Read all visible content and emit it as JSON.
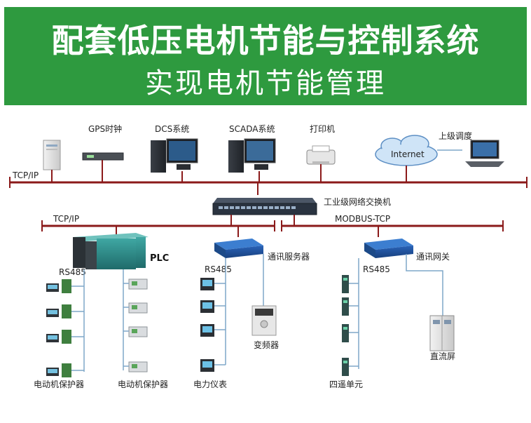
{
  "header": {
    "title": "配套低压电机节能与控制系统",
    "subtitle": "实现电机节能管理"
  },
  "top": {
    "gps_label": "GPS时钟",
    "dcs_label": "DCS系统",
    "scada_label": "SCADA系统",
    "printer_label": "打印机",
    "upper_label": "上级调度",
    "internet_label": "Internet",
    "bus_label": "TCP/IP"
  },
  "switch_label": "工业级网络交换机",
  "left": {
    "bus_label": "TCP/IP",
    "plc_label": "PLC",
    "rs485_label": "RS485",
    "col1_label": "电动机保护器",
    "col2_label": "电动机保护器"
  },
  "middle": {
    "server_label": "通讯服务器",
    "rs485_label": "RS485",
    "meter_label": "电力仪表",
    "inverter_label": "变频器"
  },
  "right": {
    "bus_label": "MODBUS-TCP",
    "gateway_label": "通讯网关",
    "rs485_label": "RS485",
    "unit_label": "四遥单元",
    "dc_label": "直流屏"
  },
  "colors": {
    "banner": "#2e9a3f",
    "bus": "#8b1a1a",
    "wire": "#7fa7c9"
  }
}
